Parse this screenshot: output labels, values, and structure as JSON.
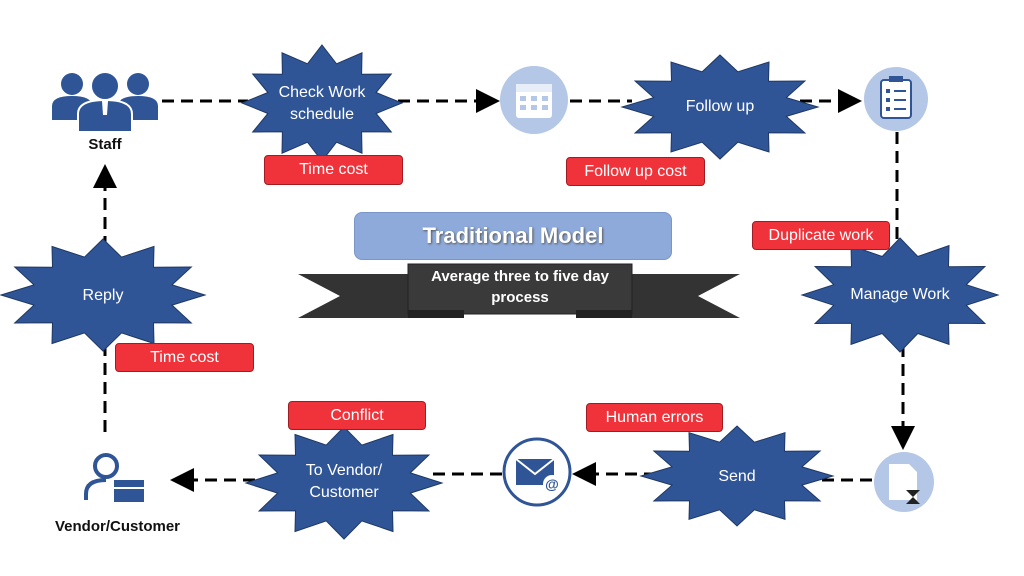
{
  "title": "Traditional Model",
  "banner": "Average three to five day process",
  "nodes": {
    "staff": "Staff",
    "check_work": "Check Work schedule",
    "follow_up": "Follow up",
    "manage_work": "Manage Work",
    "send": "Send",
    "to_vendor": "To Vendor/ Customer",
    "vendor_customer": "Vendor/Customer",
    "reply": "Reply"
  },
  "badges": {
    "time_cost_top": "Time cost",
    "follow_up_cost": "Follow up cost",
    "duplicate_work": "Duplicate work",
    "human_errors": "Human errors",
    "conflict": "Conflict",
    "time_cost_left": "Time cost"
  },
  "colors": {
    "star": "#2f5597",
    "badge": "#f0333b",
    "icon_circle": "#b4c7e7",
    "title_box": "#8eaadb",
    "banner": "#333333"
  }
}
